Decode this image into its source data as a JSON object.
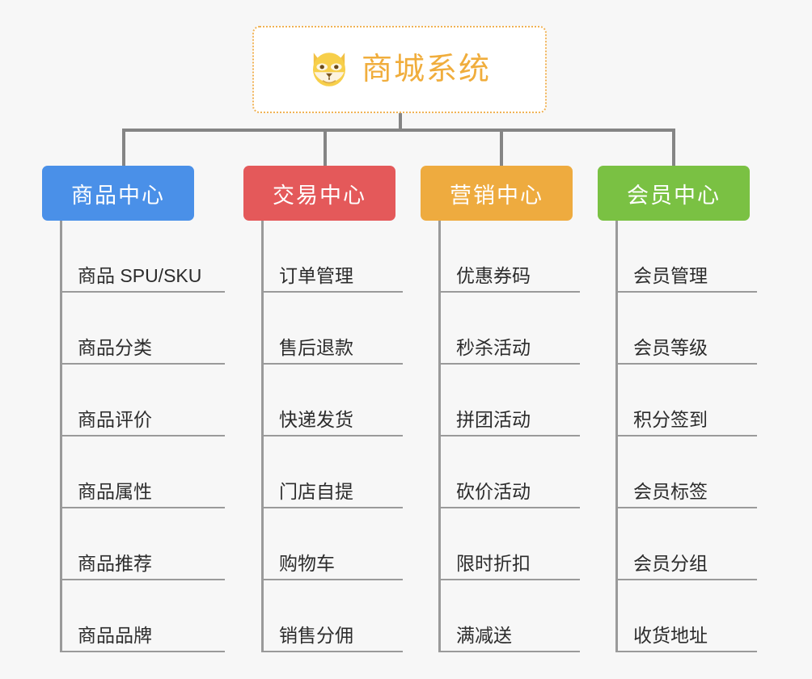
{
  "root": {
    "title": "商城系统",
    "icon": "dog-face-icon",
    "border_color": "#f0b254",
    "text_color": "#f0ad3c",
    "background": "#ffffff"
  },
  "canvas": {
    "background": "#f7f7f7",
    "connector_color": "#858585",
    "spine_color": "#9a9a9a",
    "leaf_text_color": "#2c2c2c"
  },
  "branches": [
    {
      "title": "商品中心",
      "color": "#4a90e8",
      "underline_width": 204,
      "items": [
        {
          "label": "商品 SPU/SKU"
        },
        {
          "label": "商品分类"
        },
        {
          "label": "商品评价"
        },
        {
          "label": "商品属性"
        },
        {
          "label": "商品推荐"
        },
        {
          "label": "商品品牌"
        }
      ]
    },
    {
      "title": "交易中心",
      "color": "#e4595a",
      "underline_width": 175,
      "items": [
        {
          "label": "订单管理"
        },
        {
          "label": "售后退款"
        },
        {
          "label": "快递发货"
        },
        {
          "label": "门店自提"
        },
        {
          "label": "购物车"
        },
        {
          "label": "销售分佣"
        }
      ]
    },
    {
      "title": "营销中心",
      "color": "#eeab3f",
      "underline_width": 175,
      "items": [
        {
          "label": "优惠券码"
        },
        {
          "label": "秒杀活动"
        },
        {
          "label": "拼团活动"
        },
        {
          "label": "砍价活动"
        },
        {
          "label": "限时折扣"
        },
        {
          "label": "满减送"
        }
      ]
    },
    {
      "title": "会员中心",
      "color": "#7ac143",
      "underline_width": 175,
      "items": [
        {
          "label": "会员管理"
        },
        {
          "label": "会员等级"
        },
        {
          "label": "积分签到"
        },
        {
          "label": "会员标签"
        },
        {
          "label": "会员分组"
        },
        {
          "label": "收货地址"
        }
      ]
    }
  ]
}
